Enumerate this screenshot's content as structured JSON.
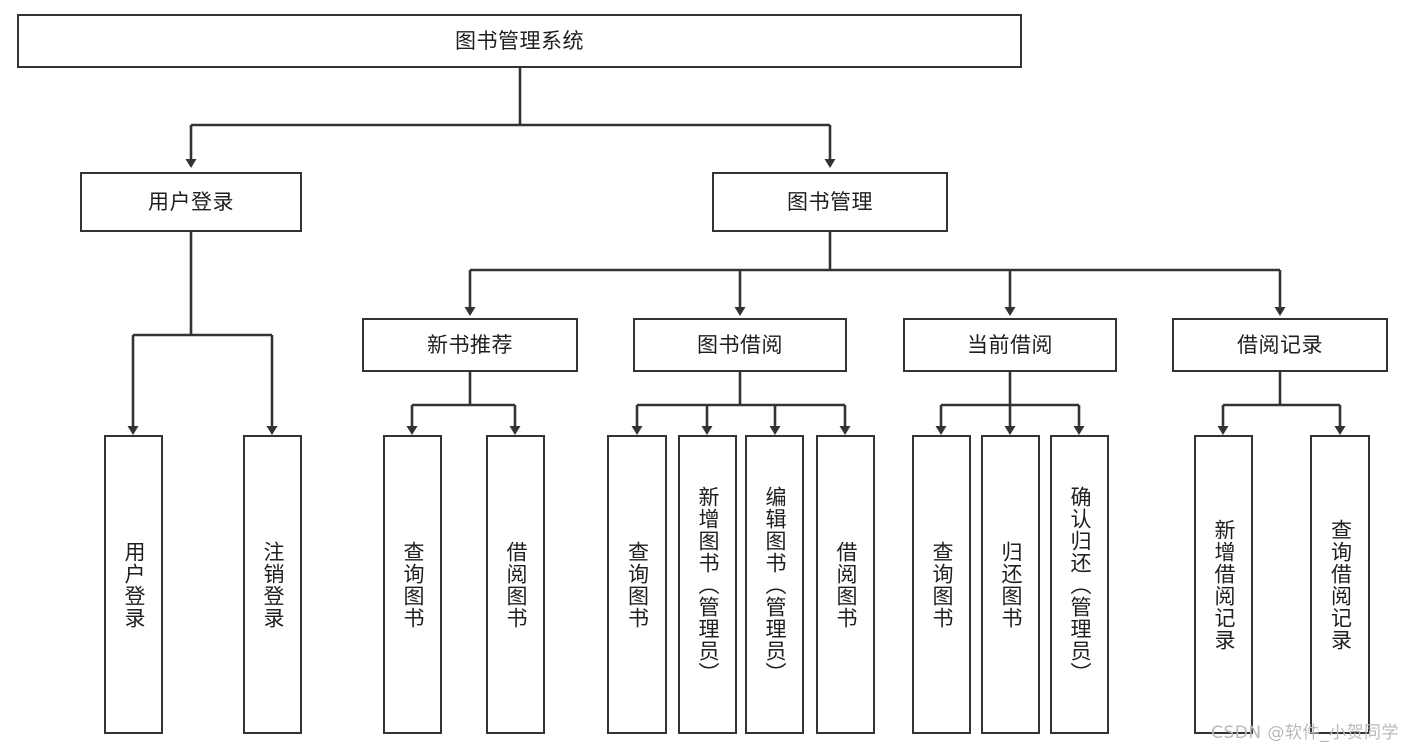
{
  "diagram": {
    "type": "tree",
    "title": "图书管理系统",
    "theme": {
      "background": "#ffffff",
      "box_border": "#333333",
      "box_fill": "#ffffff",
      "text": "#1f1f1f",
      "connector": "#333333",
      "watermark": "#b9b9b9"
    },
    "watermark": "CSDN @软件_小贺同学",
    "root": {
      "label": "图书管理系统"
    },
    "level2": [
      {
        "label": "用户登录"
      },
      {
        "label": "图书管理"
      }
    ],
    "level3": [
      {
        "label": "新书推荐"
      },
      {
        "label": "图书借阅"
      },
      {
        "label": "当前借阅"
      },
      {
        "label": "借阅记录"
      }
    ],
    "leaves": {
      "user_login": [
        {
          "label": "用户登录"
        },
        {
          "label": "注销登录"
        }
      ],
      "new_book_recommend": [
        {
          "label": "查询图书"
        },
        {
          "label": "借阅图书"
        }
      ],
      "book_borrow": [
        {
          "label": "查询图书"
        },
        {
          "label": "新增图书（管理员）"
        },
        {
          "label": "编辑图书（管理员）"
        },
        {
          "label": "借阅图书"
        }
      ],
      "current_borrow": [
        {
          "label": "查询图书"
        },
        {
          "label": "归还图书"
        },
        {
          "label": "确认归还（管理员）"
        }
      ],
      "borrow_record": [
        {
          "label": "新增借阅记录"
        },
        {
          "label": "查询借阅记录"
        }
      ]
    }
  }
}
